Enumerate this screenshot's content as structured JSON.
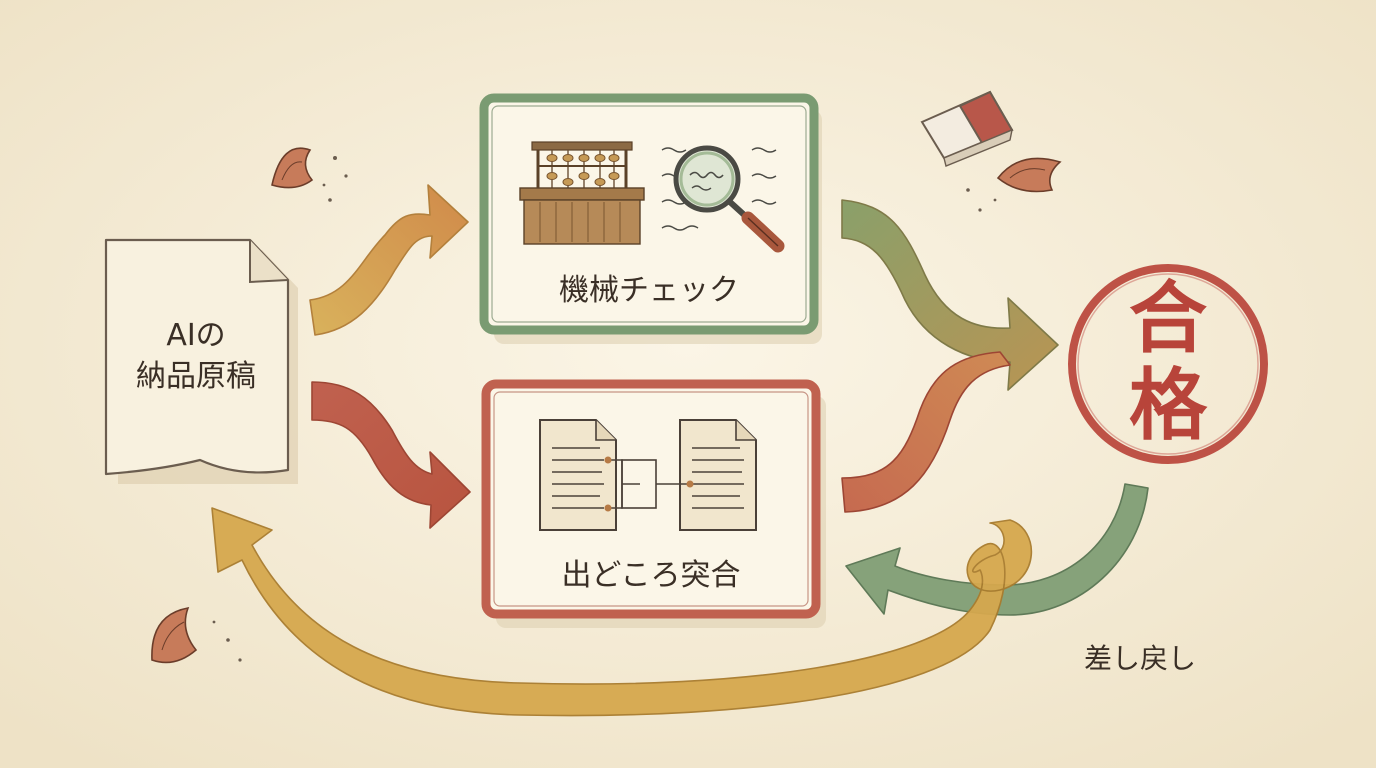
{
  "nodes": {
    "source": {
      "label_line1": "AIの",
      "label_line2": "納品原稿"
    },
    "machine_check": {
      "label": "機械チェック"
    },
    "source_check": {
      "label": "出どころ突合"
    },
    "pass_stamp": {
      "char1": "合",
      "char2": "格"
    }
  },
  "edges": {
    "send_back": {
      "label": "差し戻し"
    }
  },
  "colors": {
    "paper_bg": "#f6eedb",
    "green": "#7a9b72",
    "red": "#c0614f",
    "gold": "#d4a24a",
    "stamp_red": "#b8443a",
    "ink": "#3a2f26"
  },
  "icons": [
    "abacus-icon",
    "magnifier-icon",
    "document-compare-icon",
    "eraser-icon",
    "pencil-shaving-icon"
  ]
}
